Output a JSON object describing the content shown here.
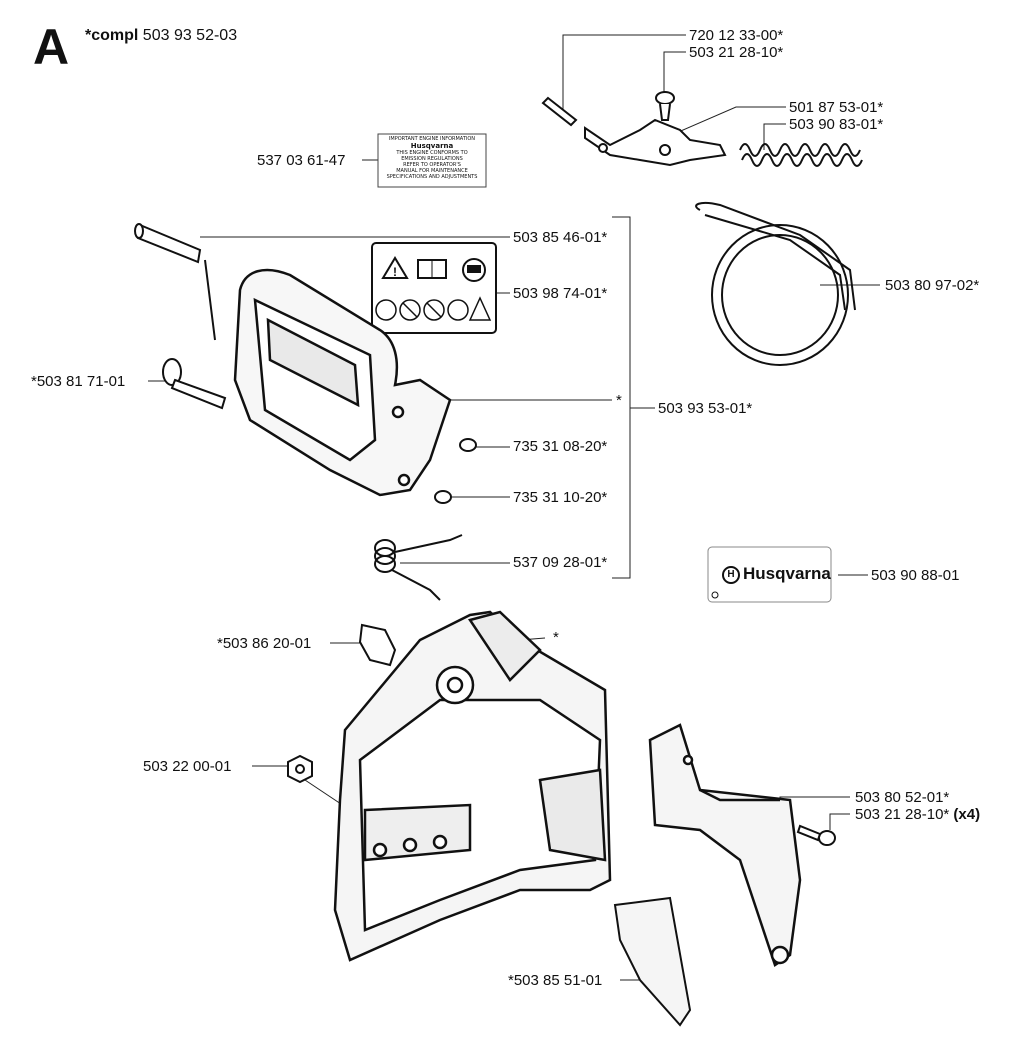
{
  "section": {
    "letter": "A",
    "compl_prefix": "*compl",
    "compl_number": "503 93 52-03"
  },
  "labels": {
    "p720_12_33_00": "720 12 33-00*",
    "p503_21_28_10_top": "503 21 28-10*",
    "p501_87_53_01": "501 87 53-01*",
    "p503_90_83_01": "503 90 83-01*",
    "p537_03_61_47": "537 03 61-47",
    "p503_85_46_01": "503 85 46-01*",
    "p503_98_74_01": "503 98 74-01*",
    "p503_80_97_02": "503 80 97-02*",
    "p503_81_71_01": "*503 81 71-01",
    "star_mid": "*",
    "p503_93_53_01": "503 93 53-01*",
    "p735_31_08_20": "735 31 08-20*",
    "p735_31_10_20": "735 31 10-20*",
    "p537_09_28_01": "537 09 28-01*",
    "p503_90_88_01": "503 90 88-01",
    "p503_86_20_01": "*503 86 20-01",
    "star_lower": "*",
    "p503_22_00_01": "503 22 00-01",
    "p503_80_52_01": "503 80 52-01*",
    "p503_21_28_10_bottom": "503 21 28-10*",
    "qty_x4": "(x4)",
    "p503_85_51_01": "*503 85 51-01"
  },
  "decal": {
    "brand": "Husqvarna"
  },
  "engine_info_sticker": {
    "line1": "IMPORTANT ENGINE INFORMATION",
    "brand": "Husqvarna",
    "line3": "THIS ENGINE CONFORMS TO",
    "line4": "EMISSION REGULATIONS",
    "line5": "REFER TO OPERATOR'S",
    "line6": "MANUAL FOR MAINTENANCE",
    "line7": "SPECIFICATIONS AND ADJUSTMENTS"
  }
}
